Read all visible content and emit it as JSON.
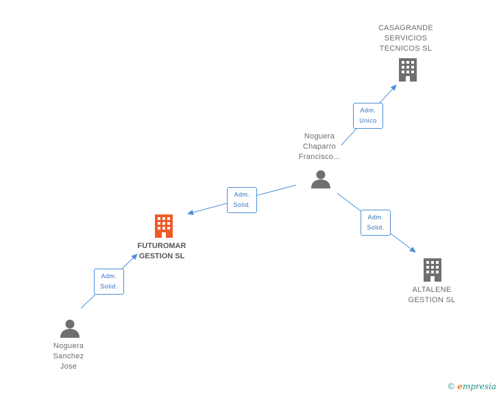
{
  "nodes": {
    "casagrande": {
      "lines": [
        "CASAGRANDE",
        "SERVICIOS",
        "TECNICOS SL"
      ]
    },
    "noguera_chaparro": {
      "lines": [
        "Noguera",
        "Chaparro",
        "Francisco..."
      ]
    },
    "futuromar": {
      "lines": [
        "FUTUROMAR",
        "GESTION SL"
      ]
    },
    "altalene": {
      "lines": [
        "ALTALENE",
        "GESTION SL"
      ]
    },
    "noguera_sanchez": {
      "lines": [
        "Noguera",
        "Sanchez",
        "Jose"
      ]
    }
  },
  "edges": {
    "chaparro_casagrande": {
      "lines": [
        "Adm.",
        "Unico"
      ]
    },
    "chaparro_futuromar": {
      "lines": [
        "Adm.",
        "Solid."
      ]
    },
    "chaparro_altalene": {
      "lines": [
        "Adm.",
        "Solid."
      ]
    },
    "sanchez_futuromar": {
      "lines": [
        "Adm.",
        "Solid."
      ]
    }
  },
  "colors": {
    "link": "#4a8fd8",
    "company": "#6f6f6f",
    "company_focus": "#f05a28",
    "person": "#6f6f6f"
  },
  "footer": {
    "copyright": "©",
    "brand_initial": "e",
    "brand_rest": "mpresia"
  }
}
